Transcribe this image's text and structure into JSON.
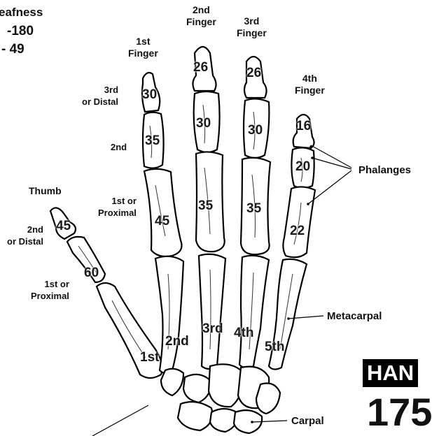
{
  "header": {
    "title": "eafness",
    "line1": "-180",
    "line2": "- 49"
  },
  "fingers": {
    "first": "1st\nFinger",
    "second": "2nd\nFinger",
    "third": "3rd\nFinger",
    "fourth": "4th\nFinger",
    "thumb": "Thumb"
  },
  "segments": {
    "distal": "3rd\nor Distal",
    "middle": "2nd",
    "proximal": "1st or\nProximal",
    "thumb_distal": "2nd\nor Distal",
    "thumb_proximal": "1st or\nProximal"
  },
  "values": {
    "f1_distal": "30",
    "f1_middle": "35",
    "f1_proximal": "45",
    "f2_distal": "26",
    "f2_middle": "30",
    "f2_proximal": "35",
    "f3_distal": "26",
    "f3_middle": "30",
    "f3_proximal": "35",
    "f4_distal": "16",
    "f4_middle": "20",
    "f4_proximal": "22",
    "thumb_distal": "45",
    "thumb_proximal": "60"
  },
  "metacarpals": {
    "m1": "1st",
    "m2": "2nd",
    "m3": "3rd",
    "m4": "4th",
    "m5": "5th"
  },
  "callouts": {
    "phalanges": "Phalanges",
    "metacarpal": "Metacarpal",
    "carpal": "Carpal"
  },
  "corner": {
    "badge": "HAN",
    "number": "175"
  }
}
